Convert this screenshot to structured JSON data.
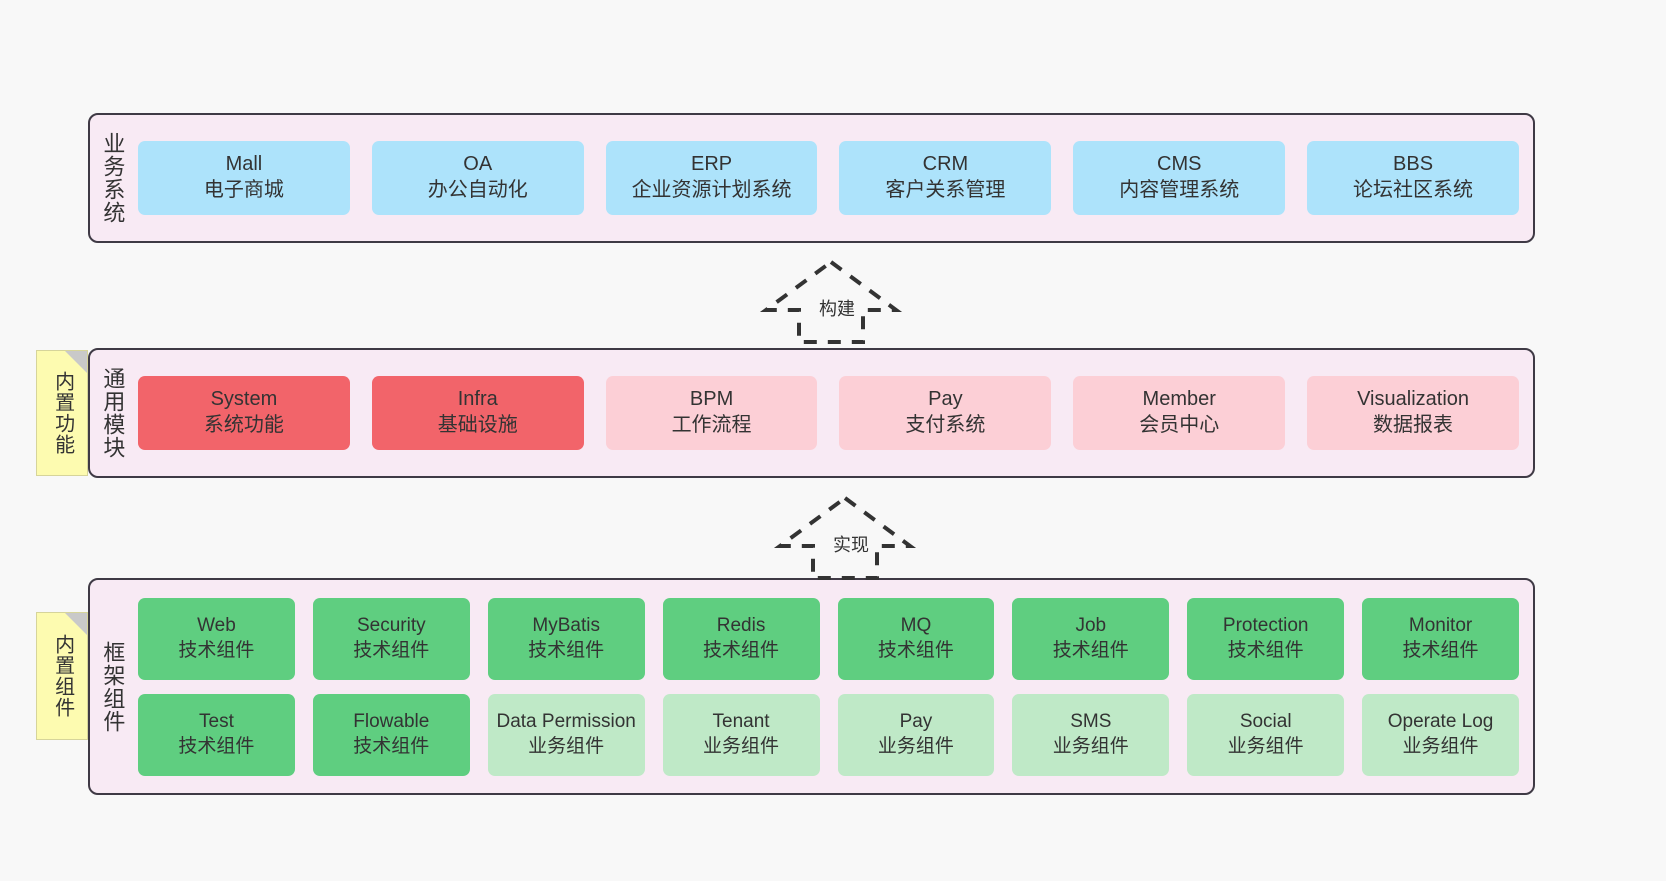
{
  "layers": [
    {
      "id": "business",
      "title": "业务系统",
      "rows": [
        [
          {
            "name": "Mall",
            "desc": "电子商城",
            "color": "#ade3fb"
          },
          {
            "name": "OA",
            "desc": "办公自动化",
            "color": "#ade3fb"
          },
          {
            "name": "ERP",
            "desc": "企业资源计划系统",
            "color": "#ade3fb"
          },
          {
            "name": "CRM",
            "desc": "客户关系管理",
            "color": "#ade3fb"
          },
          {
            "name": "CMS",
            "desc": "内容管理系统",
            "color": "#ade3fb"
          },
          {
            "name": "BBS",
            "desc": "论坛社区系统",
            "color": "#ade3fb"
          }
        ]
      ]
    },
    {
      "id": "modules",
      "title": "通用模块",
      "rows": [
        [
          {
            "name": "System",
            "desc": "系统功能",
            "color": "#f2646a"
          },
          {
            "name": "Infra",
            "desc": "基础设施",
            "color": "#f2646a"
          },
          {
            "name": "BPM",
            "desc": "工作流程",
            "color": "#fccfd6"
          },
          {
            "name": "Pay",
            "desc": "支付系统",
            "color": "#fccfd6"
          },
          {
            "name": "Member",
            "desc": "会员中心",
            "color": "#fccfd6"
          },
          {
            "name": "Visualization",
            "desc": "数据报表",
            "color": "#fccfd6"
          }
        ]
      ]
    },
    {
      "id": "framework",
      "title": "框架组件",
      "rows": [
        [
          {
            "name": "Web",
            "desc": "技术组件",
            "color": "#5fce80"
          },
          {
            "name": "Security",
            "desc": "技术组件",
            "color": "#5fce80"
          },
          {
            "name": "MyBatis",
            "desc": "技术组件",
            "color": "#5fce80"
          },
          {
            "name": "Redis",
            "desc": "技术组件",
            "color": "#5fce80"
          },
          {
            "name": "MQ",
            "desc": "技术组件",
            "color": "#5fce80"
          },
          {
            "name": "Job",
            "desc": "技术组件",
            "color": "#5fce80"
          },
          {
            "name": "Protection",
            "desc": "技术组件",
            "color": "#5fce80"
          },
          {
            "name": "Monitor",
            "desc": "技术组件",
            "color": "#5fce80"
          }
        ],
        [
          {
            "name": "Test",
            "desc": "技术组件",
            "color": "#5fce80"
          },
          {
            "name": "Flowable",
            "desc": "技术组件",
            "color": "#5fce80"
          },
          {
            "name": "Data Permission",
            "desc": "业务组件",
            "color": "#bfe9c7"
          },
          {
            "name": "Tenant",
            "desc": "业务组件",
            "color": "#bfe9c7"
          },
          {
            "name": "Pay",
            "desc": "业务组件",
            "color": "#bfe9c7"
          },
          {
            "name": "SMS",
            "desc": "业务组件",
            "color": "#bfe9c7"
          },
          {
            "name": "Social",
            "desc": "业务组件",
            "color": "#bfe9c7"
          },
          {
            "name": "Operate Log",
            "desc": "业务组件",
            "color": "#bfe9c7"
          }
        ]
      ]
    }
  ],
  "notes": [
    {
      "id": "builtin-function",
      "text": "内置功能"
    },
    {
      "id": "builtin-component",
      "text": "内置组件"
    }
  ],
  "arrows": [
    {
      "id": "build",
      "label": "构建"
    },
    {
      "id": "impl",
      "label": "实现"
    }
  ],
  "colors": {
    "layer_background": "#f8eaf4",
    "layer_border": "#3f3a45",
    "note_background": "#fdfbb0",
    "business_box": "#ade3fb",
    "module_core_box": "#f2646a",
    "module_box": "#fccfd6",
    "tech_component_box": "#5fce80",
    "business_component_box": "#bfe9c7",
    "canvas_background": "#f8f8f8",
    "arrow_stroke": "#333333"
  }
}
